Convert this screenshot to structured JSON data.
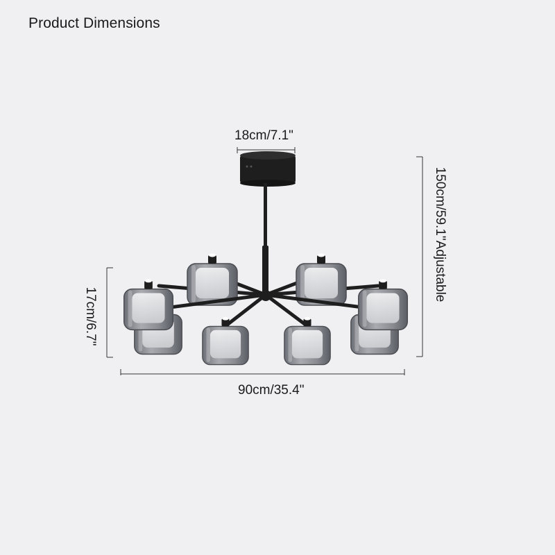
{
  "title": "Product Dimensions",
  "dimensions": {
    "canopy_width": "18cm/7.1\"",
    "total_height": "150cm/59.1\"Adjustable",
    "shade_height": "17cm/6.7\"",
    "total_width": "90cm/35.4\""
  },
  "colors": {
    "background": "#f0f0f2",
    "fixture_metal": "#1e1e1e",
    "glass_smoke": "#7d8088",
    "glass_frost": "#e8e8ea",
    "dimension_line": "#333333"
  },
  "product": {
    "type": "chandelier",
    "shade_count": 8
  }
}
